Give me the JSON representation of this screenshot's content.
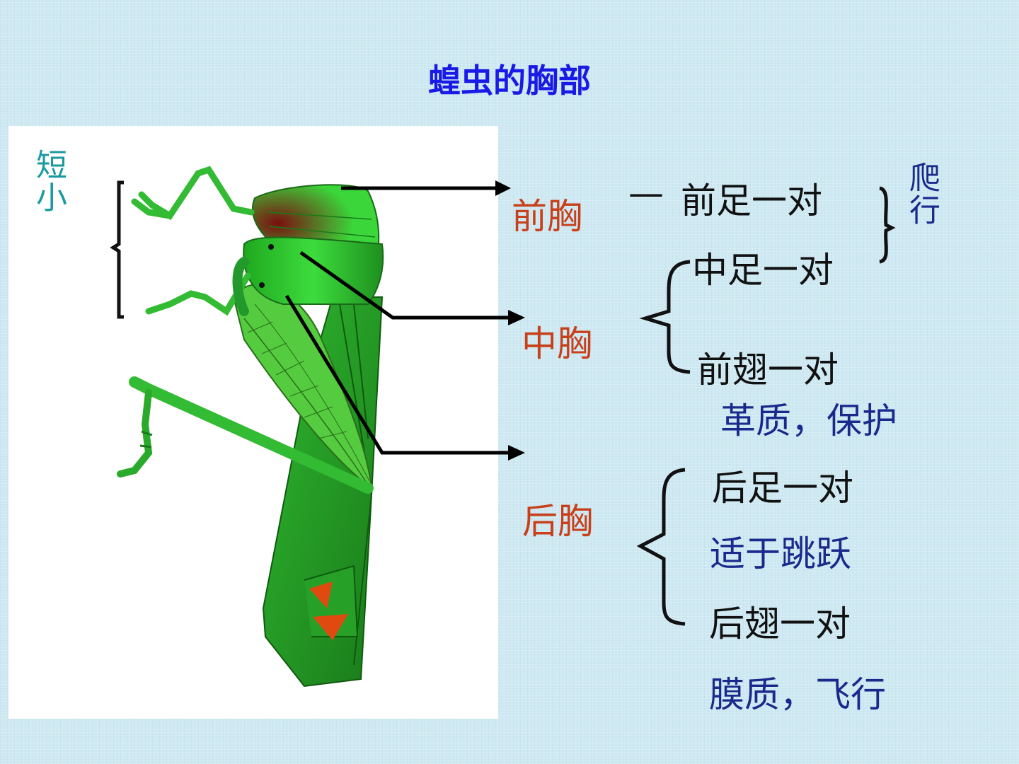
{
  "title": "蝗虫的胸部",
  "side_label": "短小",
  "parts": {
    "prothorax": "前胸",
    "mesothorax": "中胸",
    "metathorax": "后胸"
  },
  "prothorax_items": {
    "dash": "—",
    "foreleg": "前足一对",
    "crawl": "爬行"
  },
  "mesothorax_items": {
    "midleg": "中足一对",
    "forewing": "前翅一对",
    "forewing_note": "革质，保护"
  },
  "metathorax_items": {
    "hindleg": "后足一对",
    "hindleg_note": "适于跳跃",
    "hindwing": "后翅一对",
    "hindwing_note": "膜质，飞行"
  }
}
